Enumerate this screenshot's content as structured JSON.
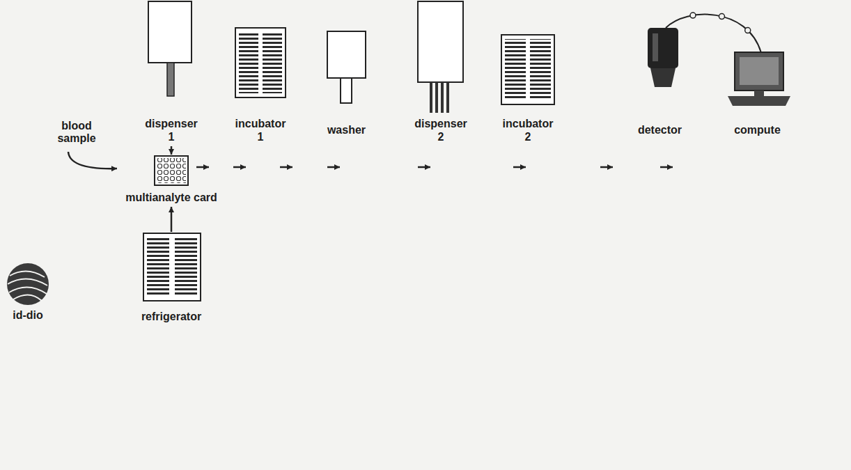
{
  "diagram": {
    "nodes": [
      {
        "text": [
          "dispenser 1"
        ]
      },
      {
        "text": [
          "incubator 1"
        ]
      },
      {
        "text": [
          "washer"
        ]
      },
      {
        "text": [
          "dispenser 2"
        ]
      },
      {
        "text": [
          "incubator 2"
        ]
      },
      {
        "text": [
          "detector"
        ]
      },
      {
        "text": [
          "compute"
        ]
      },
      {
        "text": [
          "multianalyte card"
        ]
      },
      {
        "text": [
          "refrigerator"
        ]
      }
    ],
    "edges": [
      {
        "from": 0,
        "to": 7,
        "arrow": "to"
      },
      {
        "from": 8,
        "to": 7,
        "arrow": "to"
      },
      {
        "from": 5,
        "to": 6,
        "arrow": "none"
      }
    ],
    "labels": [
      "blood sample",
      "id-dio"
    ]
  }
}
